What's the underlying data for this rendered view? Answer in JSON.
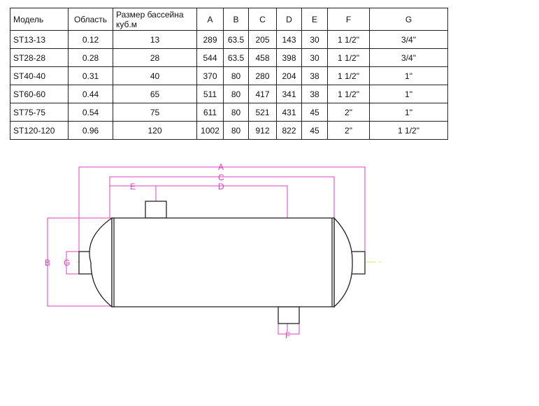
{
  "table": {
    "headers": [
      "Модель",
      "Область",
      "Размер бассейна куб.м",
      "A",
      "B",
      "C",
      "D",
      "E",
      "F",
      "G"
    ],
    "rows": [
      [
        "ST13-13",
        "0.12",
        "13",
        "289",
        "63.5",
        "205",
        "143",
        "30",
        "1 1/2\"",
        "3/4\""
      ],
      [
        "ST28-28",
        "0.28",
        "28",
        "544",
        "63.5",
        "458",
        "398",
        "30",
        "1 1/2\"",
        "3/4\""
      ],
      [
        "ST40-40",
        "0.31",
        "40",
        "370",
        "80",
        "280",
        "204",
        "38",
        "1 1/2\"",
        "1\""
      ],
      [
        "ST60-60",
        "0.44",
        "65",
        "511",
        "80",
        "417",
        "341",
        "38",
        "1 1/2\"",
        "1\""
      ],
      [
        "ST75-75",
        "0.54",
        "75",
        "611",
        "80",
        "521",
        "431",
        "45",
        "2\"",
        "1\""
      ],
      [
        "ST120-120",
        "0.96",
        "120",
        "1002",
        "80",
        "912",
        "822",
        "45",
        "2\"",
        "1 1/2\""
      ]
    ]
  },
  "drawing": {
    "labels": {
      "A": "A",
      "B": "B",
      "C": "C",
      "D": "D",
      "E": "E",
      "F": "F",
      "G": "G"
    },
    "dim_color": "#e040c0",
    "axis_color": "#d8e060"
  }
}
